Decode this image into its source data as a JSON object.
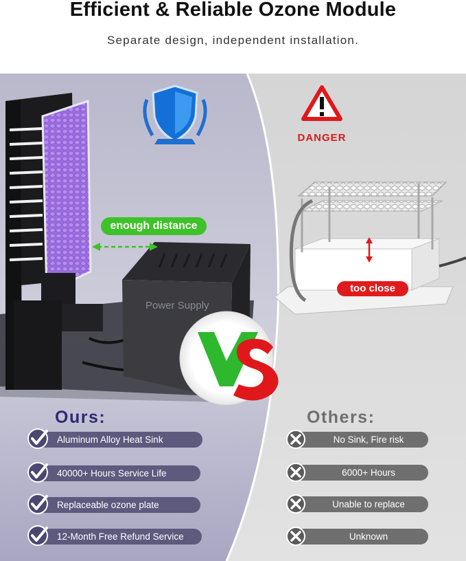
{
  "header": {
    "title": "Efficient & Reliable Ozone Module",
    "subtitle": "Separate design, independent installation."
  },
  "illustration": {
    "enough_distance_label": "enough distance",
    "power_supply_label": "Power Supply",
    "danger_label": "DANGER",
    "too_close_label": "too close",
    "vs_text": "VS"
  },
  "ours": {
    "heading": "Ours:",
    "features": [
      "Aluminum Alloy Heat Sink",
      "40000+ Hours Service Life",
      "Replaceable ozone plate",
      "12-Month Free Refund Service"
    ]
  },
  "others": {
    "heading": "Others:",
    "features": [
      "No Sink, Fire risk",
      "6000+ Hours",
      "Unable to replace",
      "Unknown"
    ]
  },
  "colors": {
    "ours_pill": "#5d5a7e",
    "others_pill": "#6f6f6f",
    "enough_tag": "#3fc12a",
    "too_close_tag": "#e01b1b",
    "vs_green": "#2db82d",
    "vs_red": "#e0181b"
  }
}
